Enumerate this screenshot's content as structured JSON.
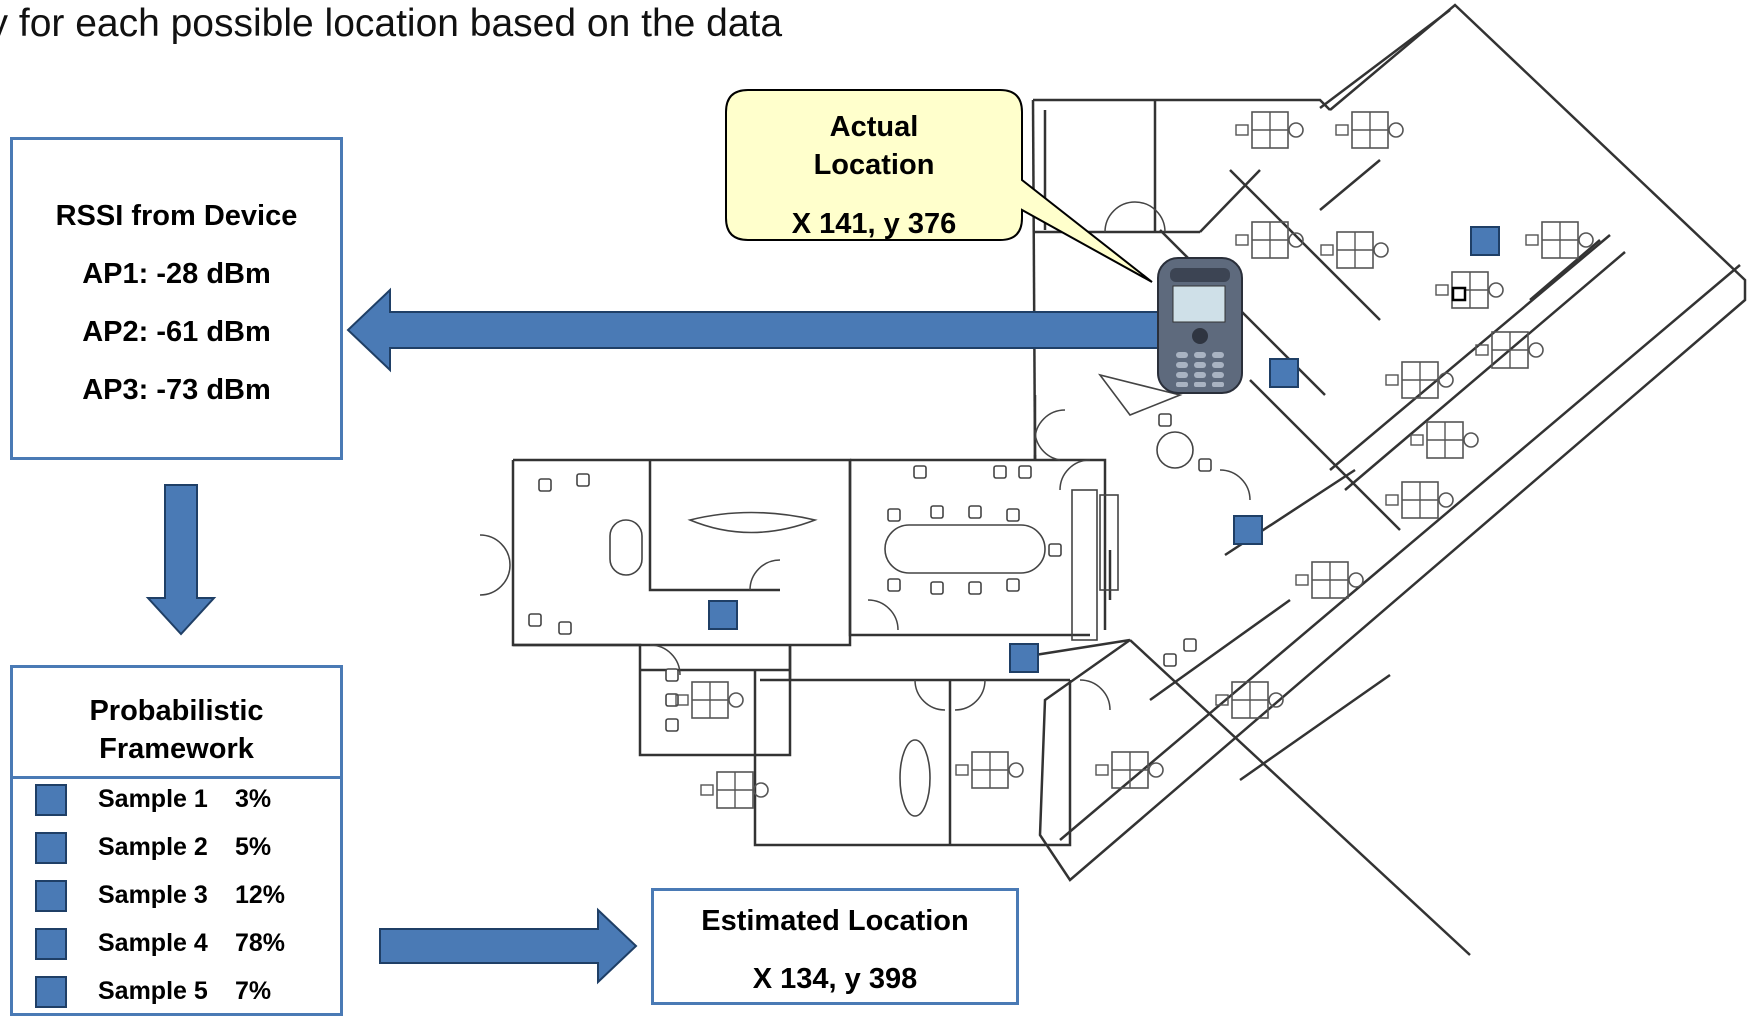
{
  "title": "bility for each possible location based on the data",
  "rssi": {
    "heading": "RSSI from Device",
    "ap1": "AP1: -28 dBm",
    "ap2": "AP2: -61 dBm",
    "ap3": "AP3: -73 dBm"
  },
  "framework": {
    "heading_line1": "Probabilistic",
    "heading_line2": "Framework",
    "samples": [
      {
        "label": "Sample 1",
        "pct": "3%"
      },
      {
        "label": "Sample 2",
        "pct": "5%"
      },
      {
        "label": "Sample 3",
        "pct": "12%"
      },
      {
        "label": "Sample 4",
        "pct": "78%"
      },
      {
        "label": "Sample 5",
        "pct": "7%"
      }
    ]
  },
  "actual": {
    "line1": "Actual",
    "line2": "Location",
    "coords": "X 141, y 376"
  },
  "estimated": {
    "heading": "Estimated Location",
    "coords": "X 134, y 398"
  },
  "colors": {
    "accent": "#4a7ab5",
    "callout_fill": "#ffffcc",
    "wall": "#333333"
  }
}
